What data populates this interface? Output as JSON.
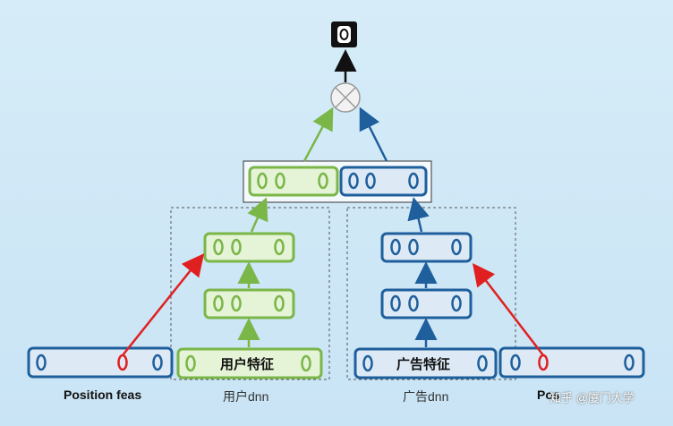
{
  "labels": {
    "position_feas": "Position feas",
    "user_features": "用户特征",
    "ad_features": "广告特征",
    "user_dnn": "用户dnn",
    "ad_dnn": "广告dnn",
    "watermark": "知乎 @厦门大学",
    "right_input_partial": "Pos"
  },
  "colors": {
    "green": "#7ab648",
    "green_fill": "#e5f3d6",
    "blue": "#1f5f9c",
    "blue_fill": "#ddeaf6",
    "red": "#e02020"
  },
  "icons": {
    "multiply": "circle-x-icon",
    "output": "output-node-icon"
  }
}
